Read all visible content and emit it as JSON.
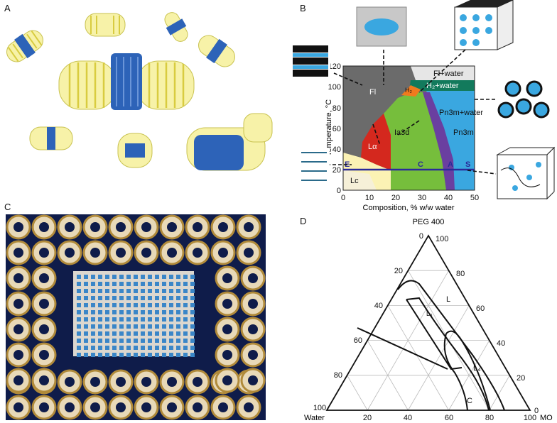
{
  "panels": {
    "a": {
      "letter": "A"
    },
    "b": {
      "letter": "B",
      "y_axis_label": "Temperature, °C",
      "x_axis_label": "Composition, % w/w water",
      "y_ticks": [
        "0",
        "20",
        "40",
        "60",
        "80",
        "100",
        "120"
      ],
      "x_ticks": [
        "0",
        "10",
        "20",
        "30",
        "40",
        "50"
      ],
      "phase_labels": {
        "fl": "Fl",
        "fl_water": "Fl+water",
        "h2_water": "H₂+water",
        "h2": "H₂",
        "ia3d": "Ia3d",
        "pn3m_water": "Pn3m+water",
        "pn3m": "Pn3m",
        "lalpha": "Lα",
        "lc": "Lc",
        "e": "E",
        "c": "C",
        "a": "A",
        "s": "S"
      }
    },
    "c": {
      "letter": "C"
    },
    "d": {
      "letter": "D",
      "top_label": "PEG 400",
      "left_label": "Water",
      "right_label": "MO",
      "bottom_ticks": [
        "20",
        "40",
        "60",
        "80",
        "100"
      ],
      "bottom_left_tick": "100",
      "right_ticks": [
        "100",
        "80",
        "60",
        "40",
        "20",
        "0"
      ],
      "left_ticks": [
        "0",
        "20",
        "40",
        "60",
        "80"
      ],
      "right_corner_tick": "0",
      "region_labels": {
        "l": "L",
        "l3": "L₃",
        "l4": "L₄",
        "c": "C"
      }
    }
  }
}
